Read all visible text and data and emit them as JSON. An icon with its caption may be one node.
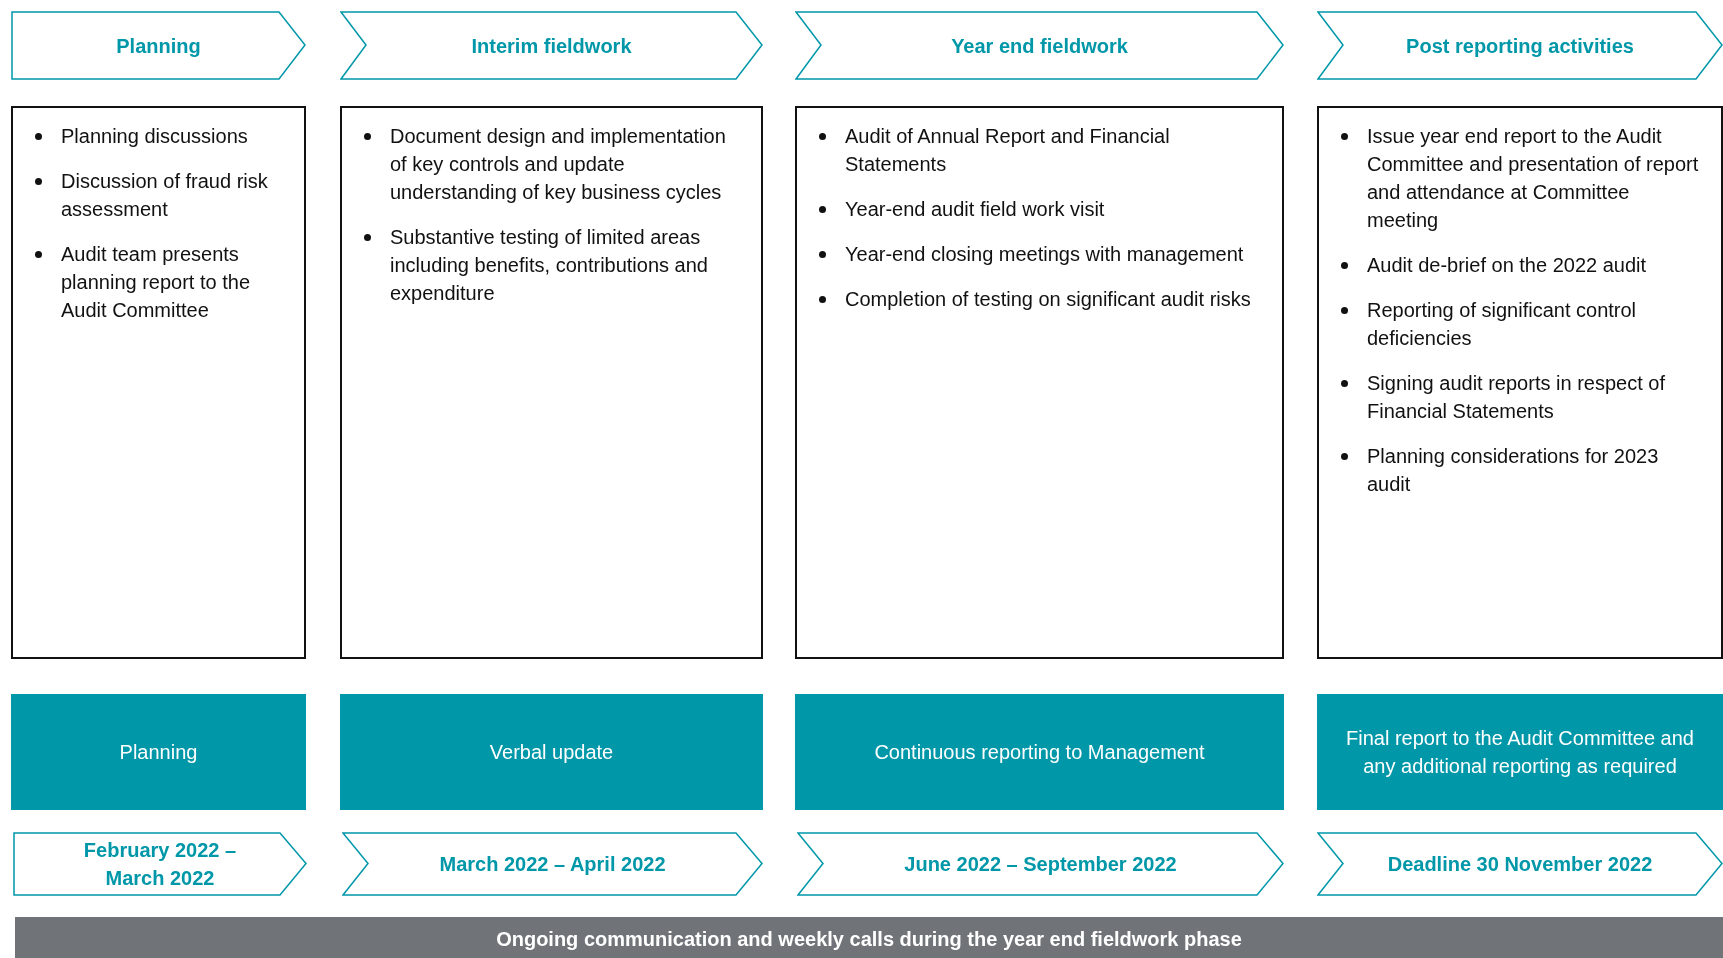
{
  "diagram": {
    "nodes": [
      {
        "text": [
          "Planning"
        ]
      },
      {
        "text": [
          "Interim fieldwork"
        ]
      },
      {
        "text": [
          "Year end fieldwork"
        ]
      },
      {
        "text": [
          "Post reporting activities"
        ]
      },
      {
        "text": [
          "Planning discussions",
          "Discussion of fraud risk assessment",
          "Audit team presents planning report to the Audit Committee"
        ]
      },
      {
        "text": [
          "Document design and implementation of key controls and update understanding of key business cycles",
          "Substantive testing of limited areas including benefits, contributions and expenditure"
        ]
      },
      {
        "text": [
          "Audit of Annual Report and Financial Statements",
          "Year-end audit field work visit",
          "Year-end closing meetings with management",
          "Completion of testing on significant audit risks"
        ]
      },
      {
        "text": [
          "Issue year end report to the Audit Committee and presentation of report and attendance at Committee meeting",
          "Audit de-brief on the 2022 audit",
          "Reporting of significant control deficiencies",
          "Signing audit reports in respect of Financial Statements",
          "Planning considerations for 2023 audit"
        ]
      },
      {
        "text": [
          "Planning"
        ]
      },
      {
        "text": [
          "Verbal update"
        ]
      },
      {
        "text": [
          "Continuous reporting to Management"
        ]
      },
      {
        "text": [
          "Final report to the Audit Committee and any additional reporting as required"
        ]
      },
      {
        "text": [
          "February 2022 – March 2022"
        ]
      },
      {
        "text": [
          "March 2022 – April 2022"
        ]
      },
      {
        "text": [
          "June 2022 – September 2022"
        ]
      },
      {
        "text": [
          "Deadline 30 November 2022"
        ]
      },
      {
        "text": [
          "Ongoing communication and weekly calls during the year end fieldwork phase"
        ]
      }
    ],
    "edges": []
  }
}
